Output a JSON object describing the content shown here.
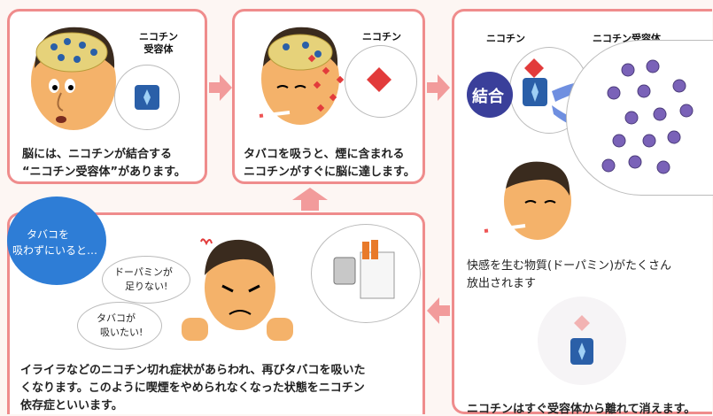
{
  "colors": {
    "panel_border": "#ef8c8c",
    "arrow": "#f29b9b",
    "receptor": "#2a5fa8",
    "nicotine": "#e23b3b",
    "dopamine": "#7a62b8",
    "badge": "#2e7dd6",
    "bond": "#3a3f9a"
  },
  "panel1": {
    "label": "ニコチン\n受容体",
    "text_line1": "脳には、ニコチンが結合する",
    "text_line2": "“ニコチン受容体”があります。"
  },
  "panel2": {
    "label": "ニコチン",
    "text_line1": "タバコを吸うと、煙に含まれる",
    "text_line2": "ニコチンがすぐに脳に達します。"
  },
  "panel3": {
    "label_nicotine": "ニコチン",
    "label_receptor": "ニコチン受容体",
    "bond_label": "結合",
    "text_line1": "快感を生む物質(ドーパミン)がたくさん",
    "text_line2": "放出されます",
    "bottom_text": "ニコチンはすぐ受容体から離れて消えます。"
  },
  "panel4": {
    "badge_line1": "タバコを",
    "badge_line2": "吸わずにいると…",
    "bubble1_line1": "ドーパミンが",
    "bubble1_line2": "足りない!",
    "bubble2_line1": "タバコが",
    "bubble2_line2": "吸いたい!",
    "text_line1": "イライラなどのニコチン切れ症状があらわれ、再びタバコを吸いた",
    "text_line2": "くなります。このように喫煙をやめられなくなった状態をニコチン",
    "text_line3": "依存症といいます。"
  }
}
